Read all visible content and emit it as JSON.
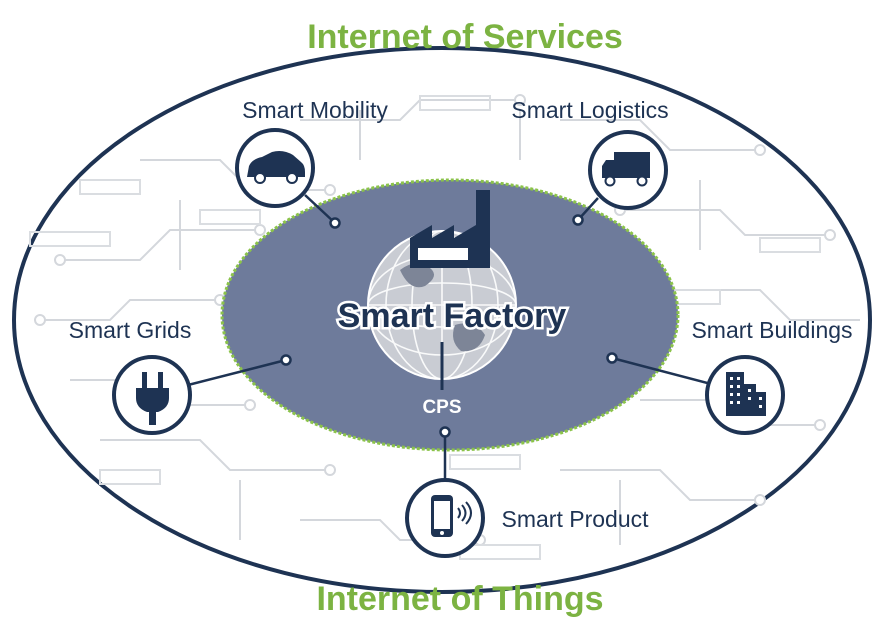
{
  "diagram": {
    "outer_top_label": "Internet of Services",
    "outer_bottom_label": "Internet of Things",
    "center_label": "Smart Factory",
    "core_label": "CPS",
    "nodes": {
      "mobility": {
        "label": "Smart Mobility",
        "icon": "car-icon"
      },
      "logistics": {
        "label": "Smart Logistics",
        "icon": "truck-icon"
      },
      "grids": {
        "label": "Smart Grids",
        "icon": "plug-icon"
      },
      "buildings": {
        "label": "Smart Buildings",
        "icon": "buildings-icon"
      },
      "product": {
        "label": "Smart Product",
        "icon": "smartphone-icon"
      }
    }
  },
  "colors": {
    "navy": "#1e3353",
    "inner_fill": "#6e7b9b",
    "green": "#7cb342",
    "circuit": "#d4d7dc"
  }
}
